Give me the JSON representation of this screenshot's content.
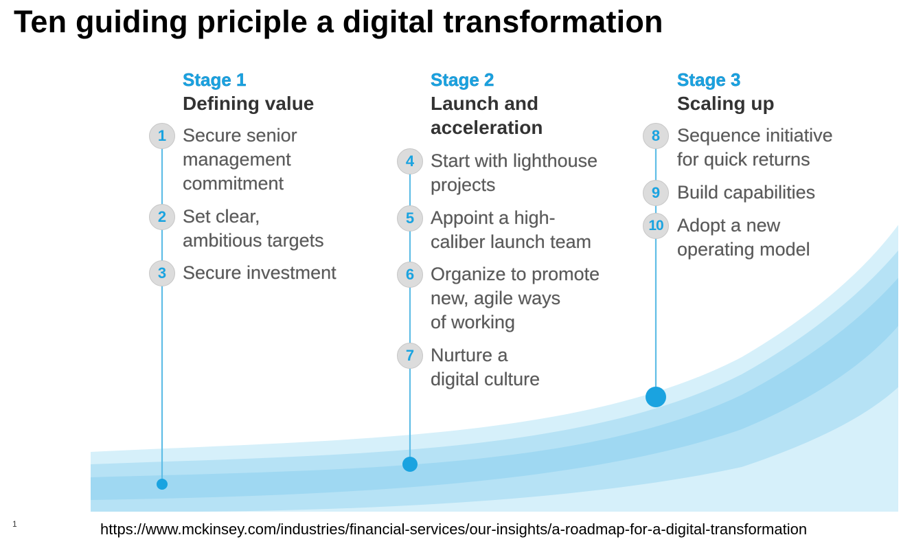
{
  "title": "Ten guiding priciple  a digital transformation",
  "colors": {
    "accent_blue": "#1aa3e0",
    "band_light": "#c9ebf8",
    "band_mid": "#a7dcf3",
    "circle_gray": "#dcdcdc",
    "text_gray": "#595959"
  },
  "stages": [
    {
      "label": "Stage 1",
      "name": "Defining value",
      "steps": [
        {
          "num": "1",
          "text": "Secure senior\nmanagement\ncommitment"
        },
        {
          "num": "2",
          "text": "Set clear,\nambitious targets"
        },
        {
          "num": "3",
          "text": "Secure investment"
        }
      ]
    },
    {
      "label": "Stage 2",
      "name": "Launch and\nacceleration",
      "steps": [
        {
          "num": "4",
          "text": "Start with lighthouse\nprojects"
        },
        {
          "num": "5",
          "text": "Appoint a high-\ncaliber launch team"
        },
        {
          "num": "6",
          "text": "Organize to promote\nnew, agile ways\nof working"
        },
        {
          "num": "7",
          "text": "Nurture a\ndigital culture"
        }
      ]
    },
    {
      "label": "Stage 3",
      "name": "Scaling up",
      "steps": [
        {
          "num": "8",
          "text": "Sequence initiative\nfor quick returns"
        },
        {
          "num": "9",
          "text": "Build capabilities"
        },
        {
          "num": "10",
          "text": "Adopt a new\noperating model"
        }
      ]
    }
  ],
  "footnote": "1",
  "source_url": "https://www.mckinsey.com/industries/financial-services/our-insights/a-roadmap-for-a-digital-transformation"
}
